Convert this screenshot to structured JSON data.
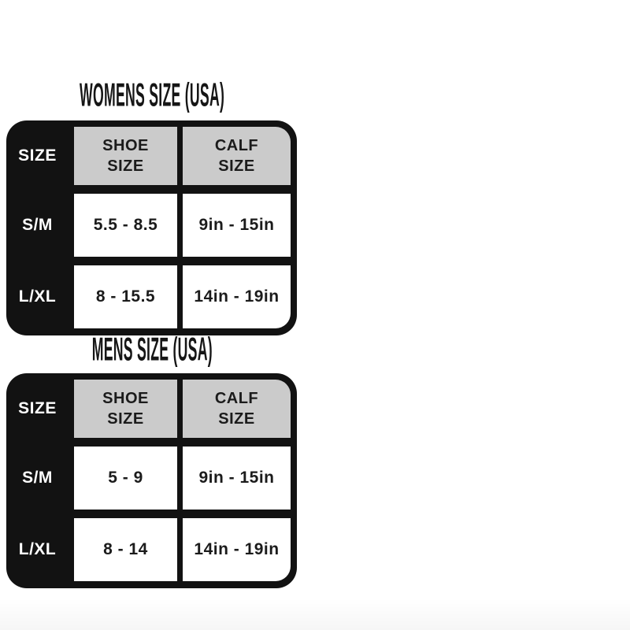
{
  "colors": {
    "page_background": "#ffffff",
    "table_frame": "#121212",
    "header_cell": "#cbcbcb",
    "data_cell": "#ffffff",
    "dark_text": "#1b1b1b",
    "light_text": "#ffffff"
  },
  "chart_data": [
    {
      "type": "table",
      "title": "WOMENS SIZE (USA)",
      "columns": [
        "SIZE",
        "SHOE SIZE",
        "CALF SIZE"
      ],
      "rows": [
        [
          "S/M",
          "5.5 - 8.5",
          "9in - 15in"
        ],
        [
          "L/XL",
          "8 - 15.5",
          "14in - 19in"
        ]
      ]
    },
    {
      "type": "table",
      "title": "MENS SIZE (USA)",
      "columns": [
        "SIZE",
        "SHOE SIZE",
        "CALF SIZE"
      ],
      "rows": [
        [
          "S/M",
          "5 - 9",
          "9in - 15in"
        ],
        [
          "L/XL",
          "8 - 14",
          "14in - 19in"
        ]
      ]
    }
  ]
}
